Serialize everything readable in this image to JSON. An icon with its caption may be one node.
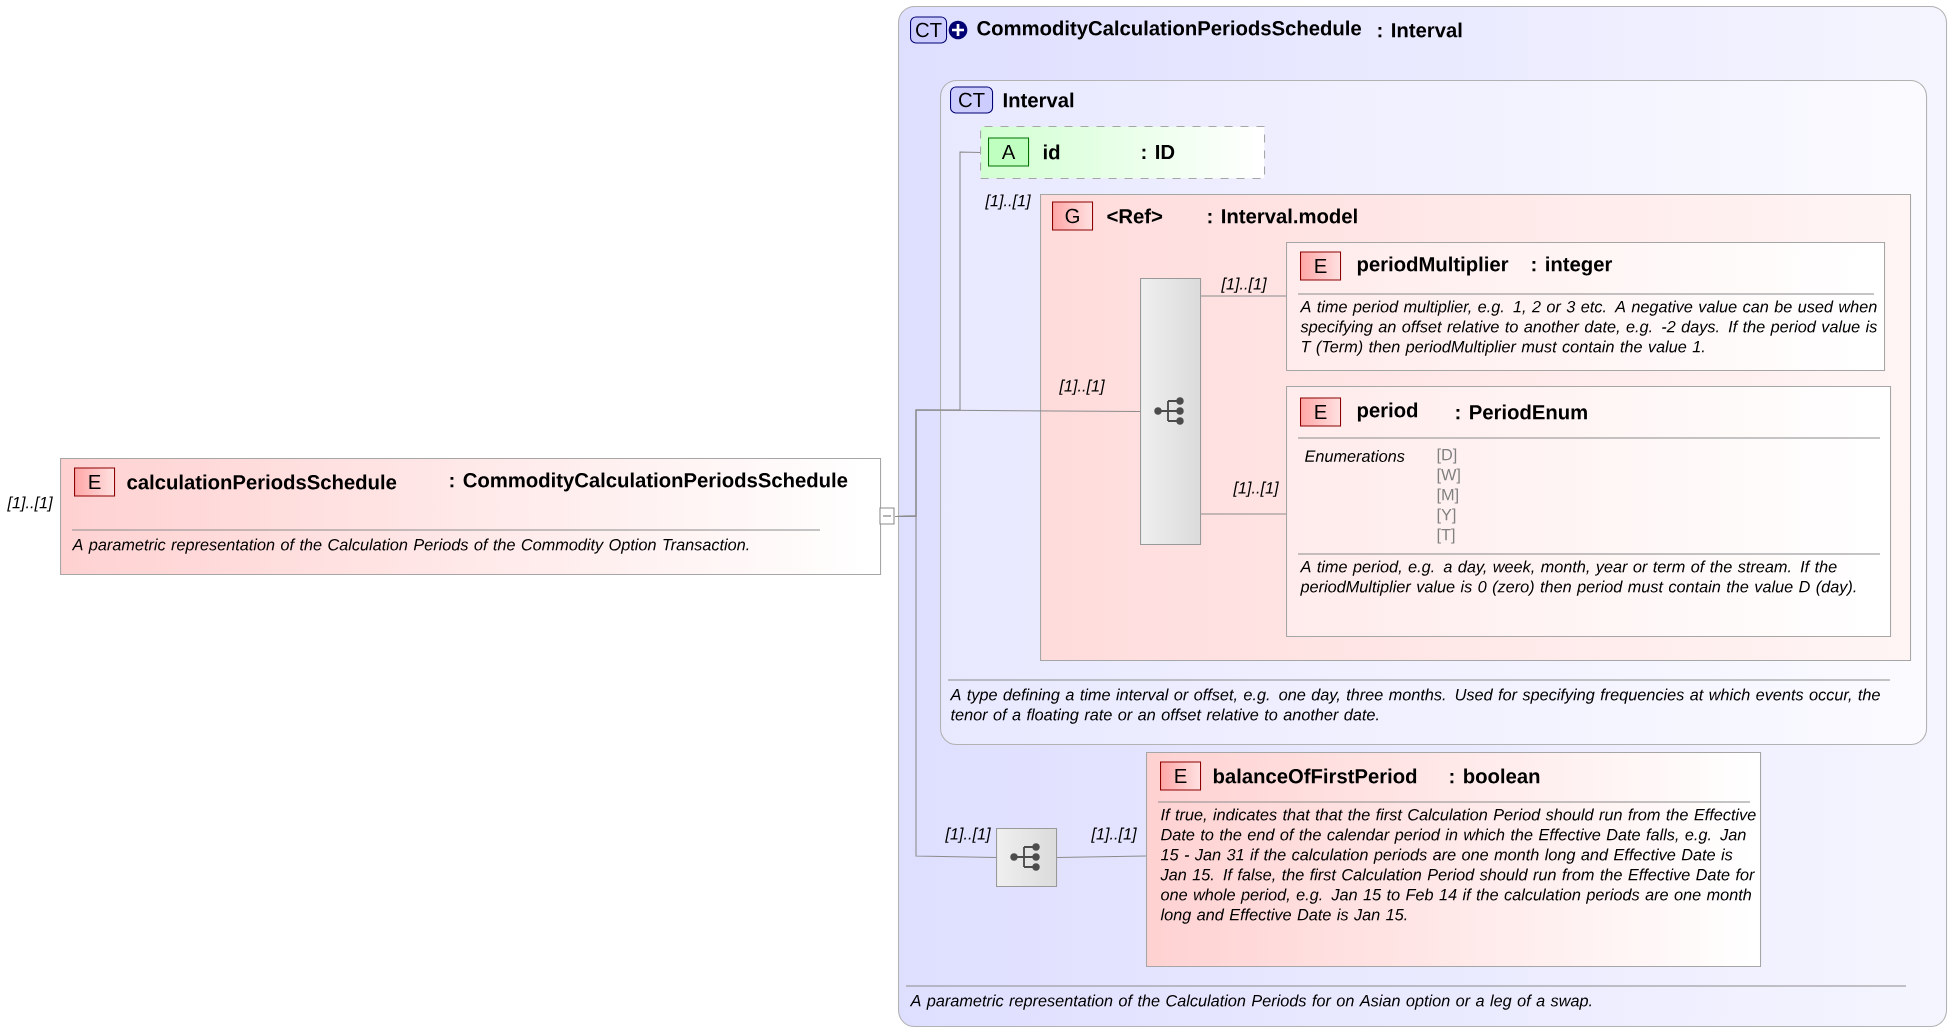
{
  "diagram": {
    "nodes": [
      {
        "text": [
          "E",
          "calculationPeriodsSchedule",
          ": CommodityCalculationPeriodsSchedule",
          "A parametric representation of the Calculation Periods of the Commodity Option Transaction."
        ],
        "beside": [
          "[1]..[1]"
        ]
      },
      {
        "text": [
          "CT",
          "CommodityCalculationPeriodsSchedule",
          ": Interval",
          "A parametric representation of the Calculation Periods for on Asian option or a leg of a swap."
        ]
      },
      {
        "text": [
          "CT",
          "Interval",
          "A type defining a time interval or offset, e.g. one day, three months. Used for specifying frequencies at which events occur, the tenor of a floating rate or an offset relative to another date."
        ],
        "in": 1
      },
      {
        "text": [
          "A",
          "id",
          ": ID"
        ],
        "in": 2
      },
      {
        "text": [
          "G",
          "<Ref>",
          ": Interval.model"
        ],
        "in": 2,
        "beside": [
          "[1]..[1]"
        ]
      },
      {
        "text": [],
        "shape": "bar",
        "in": 4
      },
      {
        "text": [
          "E",
          "periodMultiplier",
          ": integer",
          "A time period multiplier, e.g. 1, 2 or 3 etc. A negative value can be used when specifying an offset relative to another date, e.g. -2 days. If the period value is T (Term) then periodMultiplier must contain the value 1."
        ],
        "in": 4
      },
      {
        "text": [
          "E",
          "period",
          ": PeriodEnum",
          "Enumerations",
          "[D]",
          "[W]",
          "[M]",
          "[Y]",
          "[T]",
          "A time period, e.g. a day, week, month, year or term of the stream. If the periodMultiplier value is 0 (zero) then period must contain the value D (day)."
        ],
        "in": 4
      },
      {
        "text": [],
        "shape": "box",
        "in": 1
      },
      {
        "text": [
          "E",
          "balanceOfFirstPeriod",
          ": boolean",
          "If true, indicates that that the first Calculation Period should run from the Effective Date to the end of the calendar period in which the Effective Date falls, e.g. Jan 15 - Jan 31 if the calculation periods are one month long and Effective Date is Jan 15. If false, the first Calculation Period should run from the Effective Date for one whole period, e.g. Jan 15 to Feb 14 if the calculation periods are one month long and Effective Date is Jan 15."
        ],
        "in": 1
      }
    ],
    "edges": [
      {
        "from": 0,
        "to": 3,
        "arrow": "none"
      },
      {
        "from": 0,
        "to": 5,
        "arrow": "none",
        "label": "[1]..[1]"
      },
      {
        "from": 0,
        "to": 8,
        "arrow": "none",
        "label": "[1]..[1]"
      },
      {
        "from": 5,
        "to": 6,
        "arrow": "none",
        "label": "[1]..[1]"
      },
      {
        "from": 5,
        "to": 7,
        "arrow": "none",
        "label": "[1]..[1]"
      },
      {
        "from": 8,
        "to": 9,
        "arrow": "none",
        "label": "[1]..[1]"
      }
    ]
  }
}
